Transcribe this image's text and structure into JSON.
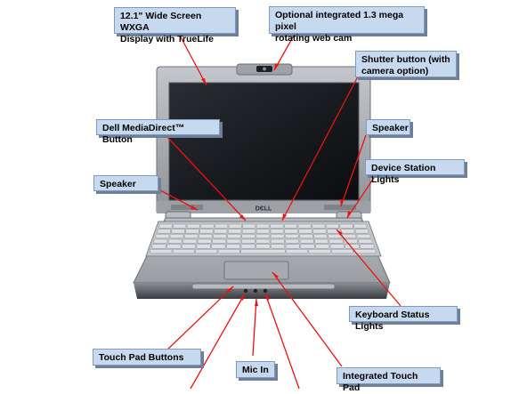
{
  "callouts": {
    "display": "12.1\" Wide Screen WXGA\nDisplay with TrueLife",
    "webcam": "Optional integrated 1.3 mega pixel\nrotating web cam",
    "shutter": "Shutter button (with\ncamera option)",
    "mediadirect": "Dell MediaDirect™ Button",
    "speaker_right": "Speaker",
    "device_station": "Device Station Lights",
    "speaker_left": "Speaker",
    "keyboard_status": "Keyboard Status Lights",
    "touchpad_buttons": "Touch Pad Buttons",
    "mic_in": "Mic In",
    "touchpad": "Integrated Touch Pad"
  },
  "laptop": {
    "logo": "DЄLL"
  },
  "colors": {
    "callout_fill": "#c7d9ee",
    "callout_border": "#7d9ac0",
    "arrow": "#ee1111",
    "bezel": "#a9adb2",
    "screen": "#1b1d22"
  }
}
